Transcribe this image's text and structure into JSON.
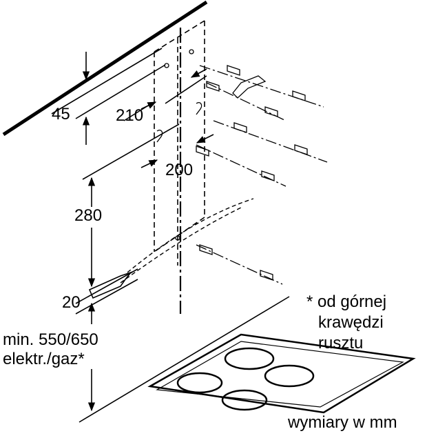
{
  "dimensions": {
    "d45": "45",
    "d210": "210",
    "d200": "200",
    "d280": "280",
    "d20": "20",
    "min_line1": "min. 550/650",
    "min_line2": "elektr./gaz*"
  },
  "note": {
    "line1": "* od górnej",
    "line2": "krawędzi",
    "line3": "rusztu"
  },
  "units": "wymiary w mm",
  "colors": {
    "ink": "#000000",
    "background": "#ffffff"
  }
}
